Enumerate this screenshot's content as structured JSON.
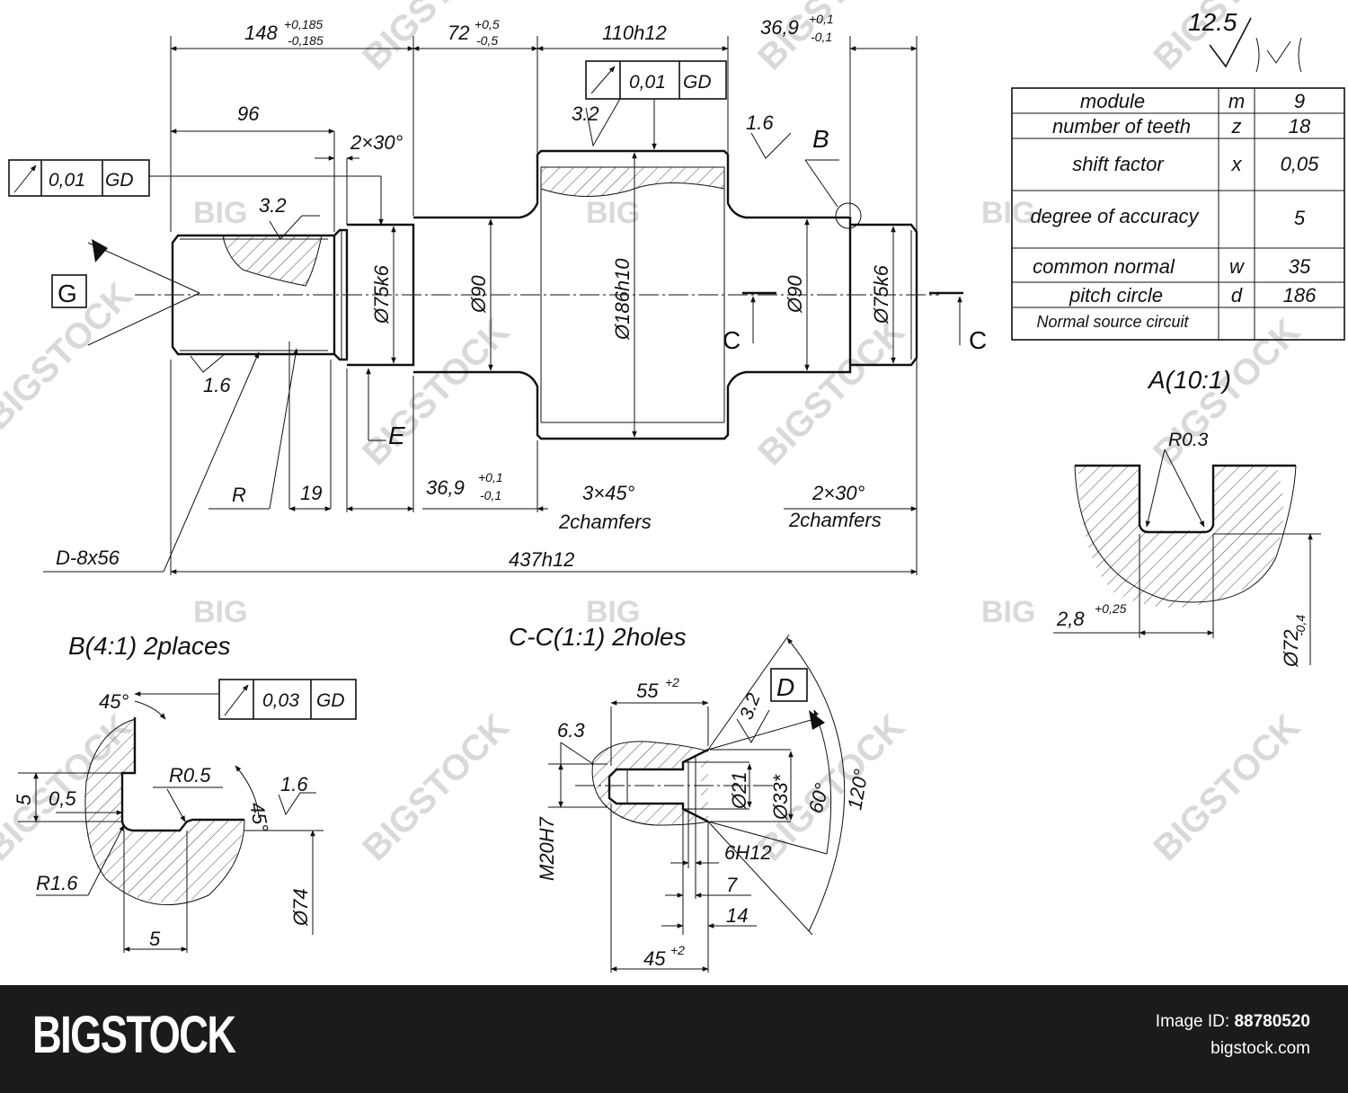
{
  "main_view": {
    "dims": {
      "d148": "148",
      "d148_tol_up": "+0,185",
      "d148_tol_lo": "-0,185",
      "d72": "72",
      "d72_tol_up": "+0,5",
      "d72_tol_lo": "-0,5",
      "d110": "110h12",
      "d369_top": "36,9",
      "d369_top_tol_up": "+0,1",
      "d369_top_tol_lo": "-0,1",
      "d96": "96",
      "chamfer_2x30": "2×30°",
      "d369_bot": "36,9",
      "d369_bot_tol_up": "+0,1",
      "d369_bot_tol_lo": "-0,1",
      "chamfer_3x45": "3×45°",
      "chamfers_note_1": "2chamfers",
      "chamfer_2x30_b": "2×30°",
      "chamfers_note_2": "2chamfers",
      "d437": "437h12",
      "d19": "19",
      "radius": "R",
      "spline": "D-8x56",
      "dia75_left": "Ø75k6",
      "dia90_left": "Ø90",
      "dia186": "Ø186h10",
      "dia90_right": "Ø90",
      "dia75_right": "Ø75k6"
    },
    "roughness": {
      "r1": "3.2",
      "r2": "1.6",
      "r3": "3.2",
      "r4": "1.6"
    },
    "datums": {
      "g": "G",
      "e": "E",
      "b": "B",
      "c_left": "C",
      "c_right": "C"
    },
    "tolerance_frames": {
      "left": {
        "value": "0,01",
        "datum": "GD"
      },
      "top": {
        "value": "0,01",
        "datum": "GD"
      }
    }
  },
  "general_roughness": "12.5",
  "gear_table": {
    "rows": [
      {
        "param": "module",
        "symbol": "m",
        "value": "9"
      },
      {
        "param": "number of teeth",
        "symbol": "z",
        "value": "18"
      },
      {
        "param": "shift factor",
        "symbol": "x",
        "value": "0,05"
      },
      {
        "param": "degree of accuracy",
        "symbol": "",
        "value": "5"
      },
      {
        "param": "common normal",
        "symbol": "w",
        "value": "35"
      },
      {
        "param": "pitch circle",
        "symbol": "d",
        "value": "186"
      },
      {
        "param": "Normal source circuit",
        "symbol": "",
        "value": ""
      }
    ]
  },
  "detail_a": {
    "title": "A(10:1)",
    "radius": "R0.3",
    "width": "2,8",
    "width_tol": "+0,25",
    "dia": "Ø72",
    "dia_tol": "-0,4"
  },
  "detail_b": {
    "title": "B(4:1) 2places",
    "angle_top": "45°",
    "radius_mid": "R0.5",
    "angle_right": "45°",
    "roughness": "1.6",
    "dim_5_vert": "5",
    "dim_05": "0,5",
    "radius_low": "R1.6",
    "dim_5_horiz": "5",
    "dia": "Ø74",
    "tolerance_frame": {
      "value": "0,03",
      "datum": "GD"
    }
  },
  "section_c": {
    "title": "C-C(1:1) 2holes",
    "d55": "55",
    "d55_tol": "+2",
    "roughness_a": "3.2",
    "datum_d": "D",
    "roughness_b": "6.3",
    "thread": "M20H7",
    "dia21": "Ø21",
    "dia33": "Ø33*",
    "angle60": "60°",
    "angle120": "120°",
    "d6h12": "6H12",
    "d7": "7",
    "d14": "14",
    "d45": "45",
    "d45_tol": "+2"
  },
  "watermark": {
    "big": "BIG",
    "stock": "BIGSTOCK"
  },
  "footer": {
    "brand": "BIGSTOCK",
    "image_id_label": "Image ID:",
    "image_id": "88780520",
    "site": "bigstock.com"
  }
}
